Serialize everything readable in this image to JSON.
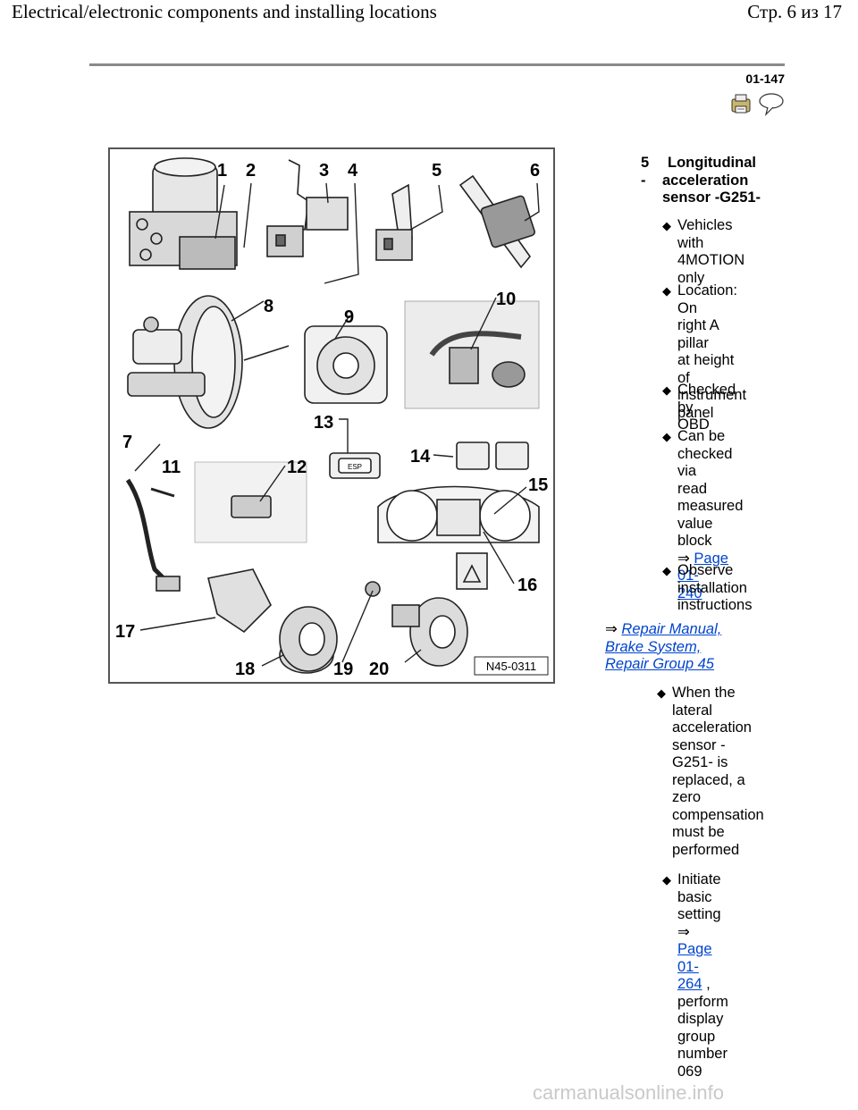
{
  "header": {
    "title": "Electrical/electronic components and installing locations",
    "page": "Стр. 6 из 17"
  },
  "page_number": "01-147",
  "figure": {
    "code": "N45-0311",
    "callouts": [
      "1",
      "2",
      "3",
      "4",
      "5",
      "6",
      "7",
      "8",
      "9",
      "10",
      "11",
      "12",
      "13",
      "14",
      "15",
      "16",
      "17",
      "18",
      "19",
      "20"
    ]
  },
  "item": {
    "number": "5 -",
    "title_lines": [
      "Longitudinal",
      "acceleration",
      "sensor -G251-"
    ]
  },
  "bullets": [
    {
      "lines": [
        "Vehicles with",
        "4MOTION",
        "only"
      ]
    },
    {
      "lines": [
        "Location: On",
        "right A pillar",
        "at height of",
        "instrument",
        "panel"
      ]
    },
    {
      "lines": [
        "Checked by",
        "OBD"
      ]
    },
    {
      "lines": [
        "Can be",
        "checked via",
        "read",
        "measured",
        "value block"
      ],
      "arrow": "⇒",
      "link_lines": [
        "Page 01-",
        "240"
      ]
    },
    {
      "lines": [
        "Observe",
        "installation",
        "instructions"
      ]
    }
  ],
  "reference": {
    "arrow": "⇒",
    "link_lines": [
      "Repair Manual,",
      "Brake System,",
      "Repair Group 45"
    ]
  },
  "bullets2": [
    {
      "lines": [
        "When the",
        "lateral",
        "acceleration",
        "sensor -",
        "G251- is",
        "replaced, a",
        "zero",
        "compensation",
        "must be",
        "performed"
      ]
    },
    {
      "pre": "Initiate basic",
      "pre2": "setting",
      "arrow": "⇒",
      "link_lines": [
        "Page 01-",
        "264"
      ],
      "post": ",",
      "lines_after": [
        "perform",
        "display",
        "group",
        "number 069"
      ]
    }
  ],
  "footer": "carmanualsonline.info",
  "icons": [
    "printer-icon",
    "speech-bubble-icon"
  ],
  "colors": {
    "link": "#0044cc",
    "rule": "#8a8a8a"
  }
}
